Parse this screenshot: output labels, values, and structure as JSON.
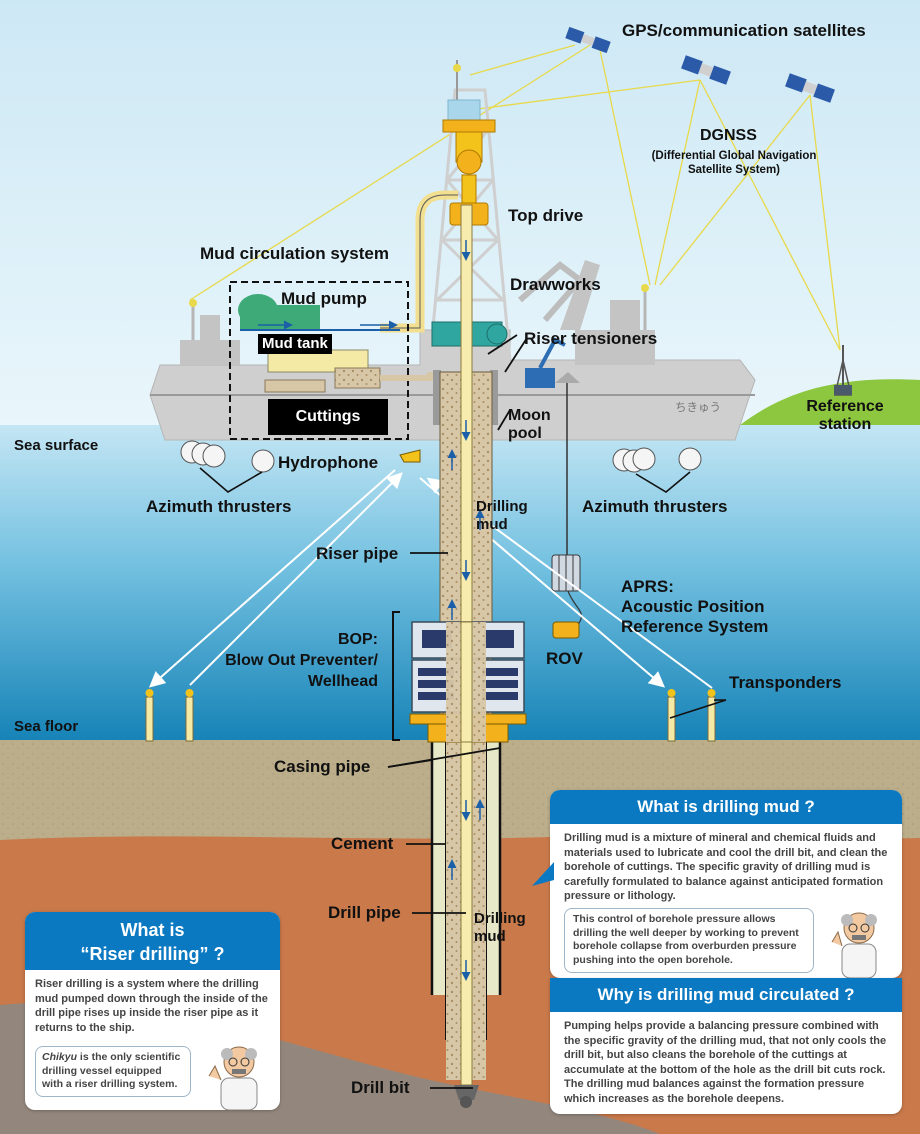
{
  "labels": {
    "satellites": "GPS/communication satellites",
    "dgnss_title": "DGNSS",
    "dgnss_sub1": "(Differential Global Navigation",
    "dgnss_sub2": "Satellite System)",
    "top_drive": "Top drive",
    "mud_circulation": "Mud circulation system",
    "mud_pump": "Mud pump",
    "mud_tank": "Mud tank",
    "cuttings": "Cuttings",
    "drawworks": "Drawworks",
    "riser_tensioners": "Riser tensioners",
    "reference_station_1": "Reference",
    "reference_station_2": "station",
    "sea_surface": "Sea surface",
    "moon_pool_1": "Moon",
    "moon_pool_2": "pool",
    "hydrophone": "Hydrophone",
    "azimuth_left": "Azimuth thrusters",
    "azimuth_right": "Azimuth thrusters",
    "drilling_mud_top_1": "Drilling",
    "drilling_mud_top_2": "mud",
    "riser_pipe": "Riser pipe",
    "aprs_1": "APRS:",
    "aprs_2": "Acoustic Position",
    "aprs_3": "Reference System",
    "rov": "ROV",
    "bop_1": "BOP:",
    "bop_2": "Blow Out Preventer/",
    "bop_3": "Wellhead",
    "transponders": "Transponders",
    "sea_floor": "Sea floor",
    "casing_pipe": "Casing pipe",
    "cement": "Cement",
    "drill_pipe": "Drill pipe",
    "drilling_mud_low_1": "Drilling",
    "drilling_mud_low_2": "mud",
    "drill_bit": "Drill bit",
    "ship_name": "ちきゅう"
  },
  "box_mud": {
    "title": "What is drilling mud ?",
    "body": "Drilling mud is a mixture of mineral and chemical fluids and materials used to lubricate and cool the drill bit, and clean the borehole of cuttings. The specific gravity of drilling mud is carefully formulated to balance against anticipated formation pressure or lithology.",
    "quote": "This control of borehole pressure allows drilling the well deeper by working to prevent borehole collapse from overburden pressure pushing into the open borehole."
  },
  "box_circ": {
    "title": "Why is drilling mud circulated ?",
    "body": "Pumping helps provide a balancing pressure combined with the specific gravity of the drilling mud, that not only cools the drill bit, but also cleans the borehole of the cuttings at accumulate at the bottom of the hole as the drill bit cuts rock. The drilling mud balances against the formation pressure which increases as the borehole deepens."
  },
  "box_riser": {
    "title_1": "What is",
    "title_2": "“Riser drilling” ?",
    "body": "Riser drilling is a system where the drilling mud pumped down through the inside of the drill pipe rises up inside the riser pipe as it returns to the ship.",
    "quote_em": "Chikyu",
    "quote_rest": " is the only scientific drilling vessel equipped with a riser drilling system."
  },
  "colors": {
    "sky": "#d9eef8",
    "sea_top": "#bde3f3",
    "sea_bottom": "#1a86b8",
    "seabed": "#bfb08a",
    "rock": "#c97b4c",
    "ship": "#c9c9c9",
    "accent_blue": "#0b79c2",
    "yellow": "#f3c21b"
  }
}
